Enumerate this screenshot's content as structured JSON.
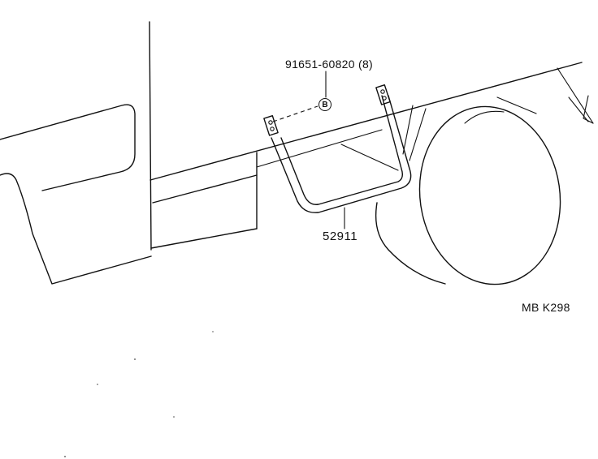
{
  "diagram": {
    "bolt_part_number": "91651-60820 (8)",
    "bolt_callout_letter": "B",
    "step_part_number": "52911",
    "illustration_code": "MB K298"
  }
}
